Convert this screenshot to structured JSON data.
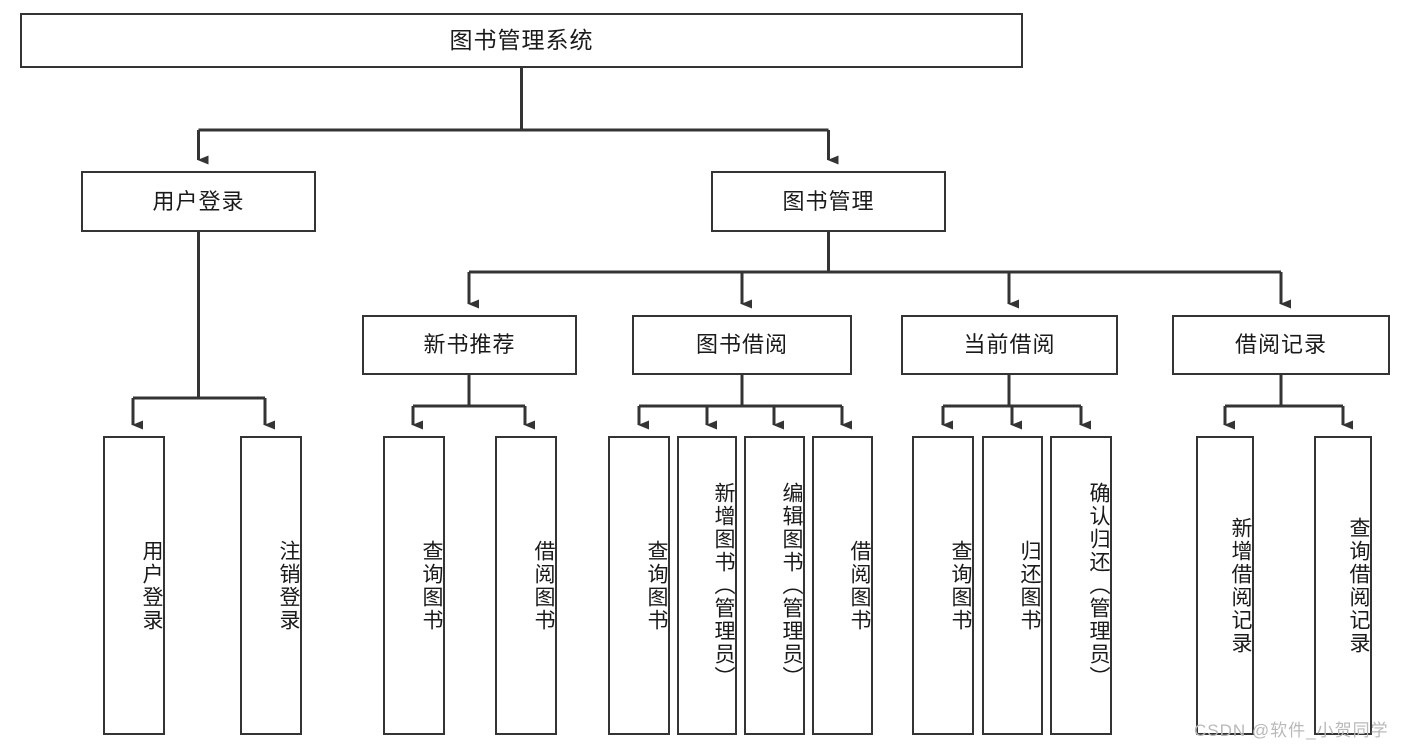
{
  "diagram": {
    "title": "图书管理系统",
    "root": {
      "label": "图书管理系统"
    },
    "level2": [
      {
        "label": "用户登录"
      },
      {
        "label": "图书管理"
      }
    ],
    "level3": [
      {
        "label": "新书推荐"
      },
      {
        "label": "图书借阅"
      },
      {
        "label": "当前借阅"
      },
      {
        "label": "借阅记录"
      }
    ],
    "leaves": {
      "user_login": [
        {
          "label": "用户登录"
        },
        {
          "label": "注销登录"
        }
      ],
      "new_book": [
        {
          "label": "查询图书"
        },
        {
          "label": "借阅图书"
        }
      ],
      "borrow_book": [
        {
          "label": "查询图书"
        },
        {
          "label": "新增图书（管理员）"
        },
        {
          "label": "编辑图书（管理员）"
        },
        {
          "label": "借阅图书"
        }
      ],
      "current_borrow": [
        {
          "label": "查询图书"
        },
        {
          "label": "归还图书"
        },
        {
          "label": "确认归还（管理员）"
        }
      ],
      "borrow_record": [
        {
          "label": "新增借阅记录"
        },
        {
          "label": "查询借阅记录"
        }
      ]
    }
  },
  "watermark": {
    "text": "CSDN @软件_小贺同学"
  },
  "colors": {
    "border": "#343434",
    "background": "#ffffff",
    "text": "#1a1a1a",
    "watermark": "#b9b9b9"
  }
}
